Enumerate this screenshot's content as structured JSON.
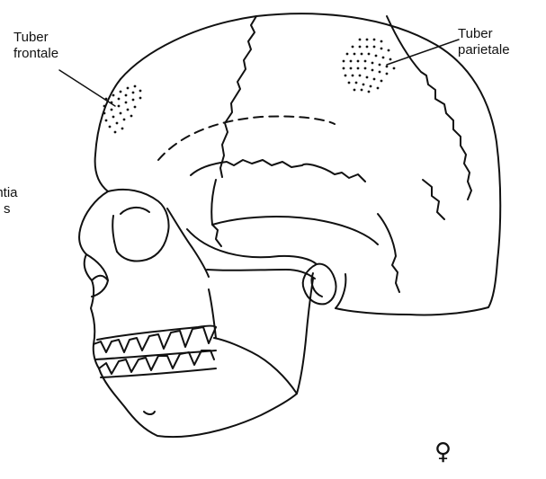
{
  "labels": {
    "tuber_frontale": [
      "Tuber",
      "frontale"
    ],
    "tuber_parietale": [
      "Tuber",
      "parietale"
    ],
    "prominentia_cut": [
      "rantia",
      "s"
    ],
    "sex_symbol": "♀"
  },
  "colors": {
    "ink": "#111111",
    "background": "#ffffff"
  }
}
